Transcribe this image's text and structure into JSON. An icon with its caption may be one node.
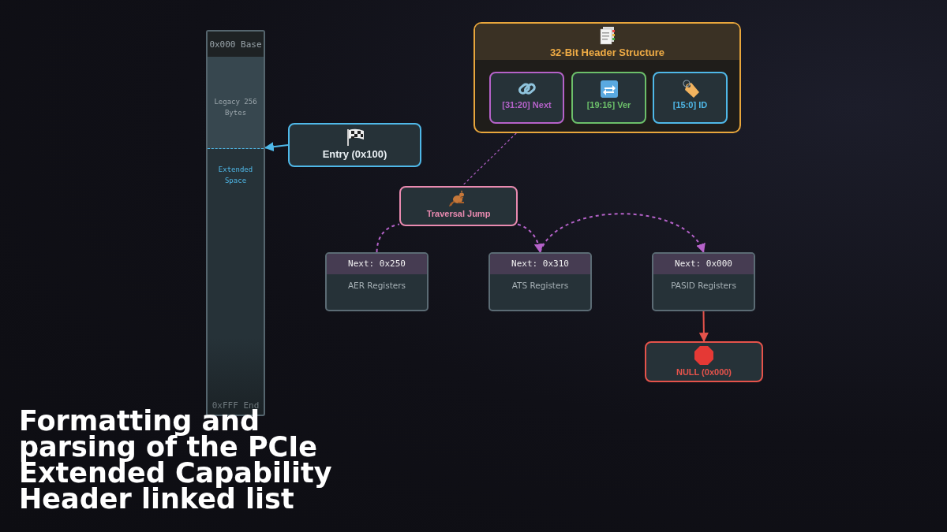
{
  "diagram": {
    "title": "Formatting and parsing of the PCIe Extended Capability Header linked list",
    "nodes": [
      {
        "text": [
          "0x000 Base",
          "Legacy 256 Bytes",
          "Extended Space",
          "0xFFF End"
        ]
      },
      {
        "text": [
          "Entry (0x100)"
        ]
      },
      {
        "text": [
          "32-Bit Header Structure"
        ]
      },
      {
        "text": [
          "[31:20] Next"
        ],
        "in": 2
      },
      {
        "text": [
          "[19:16] Ver"
        ],
        "in": 2
      },
      {
        "text": [
          "[15:0] ID"
        ],
        "in": 2
      },
      {
        "text": [
          "Traversal Jump"
        ]
      },
      {
        "text": [
          "Next: 0x250",
          "AER Registers"
        ]
      },
      {
        "text": [
          "Next: 0x310",
          "ATS Registers"
        ]
      },
      {
        "text": [
          "Next: 0x000",
          "PASID Registers"
        ]
      },
      {
        "text": [
          "NULL (0x000)"
        ]
      }
    ],
    "edges": [
      {
        "from": 1,
        "to": 0,
        "arrow": "to",
        "color": "#4fb8e8"
      },
      {
        "from": 2,
        "to": 6,
        "arrow": "none",
        "style": "dashed"
      },
      {
        "from": 7,
        "to": 6,
        "arrow": "none",
        "style": "dashed"
      },
      {
        "from": 6,
        "to": 8,
        "arrow": "to",
        "style": "dashed"
      },
      {
        "from": 8,
        "to": 9,
        "arrow": "to",
        "style": "dashed"
      },
      {
        "from": 9,
        "to": 10,
        "arrow": "to",
        "color": "#e5534b"
      }
    ]
  }
}
